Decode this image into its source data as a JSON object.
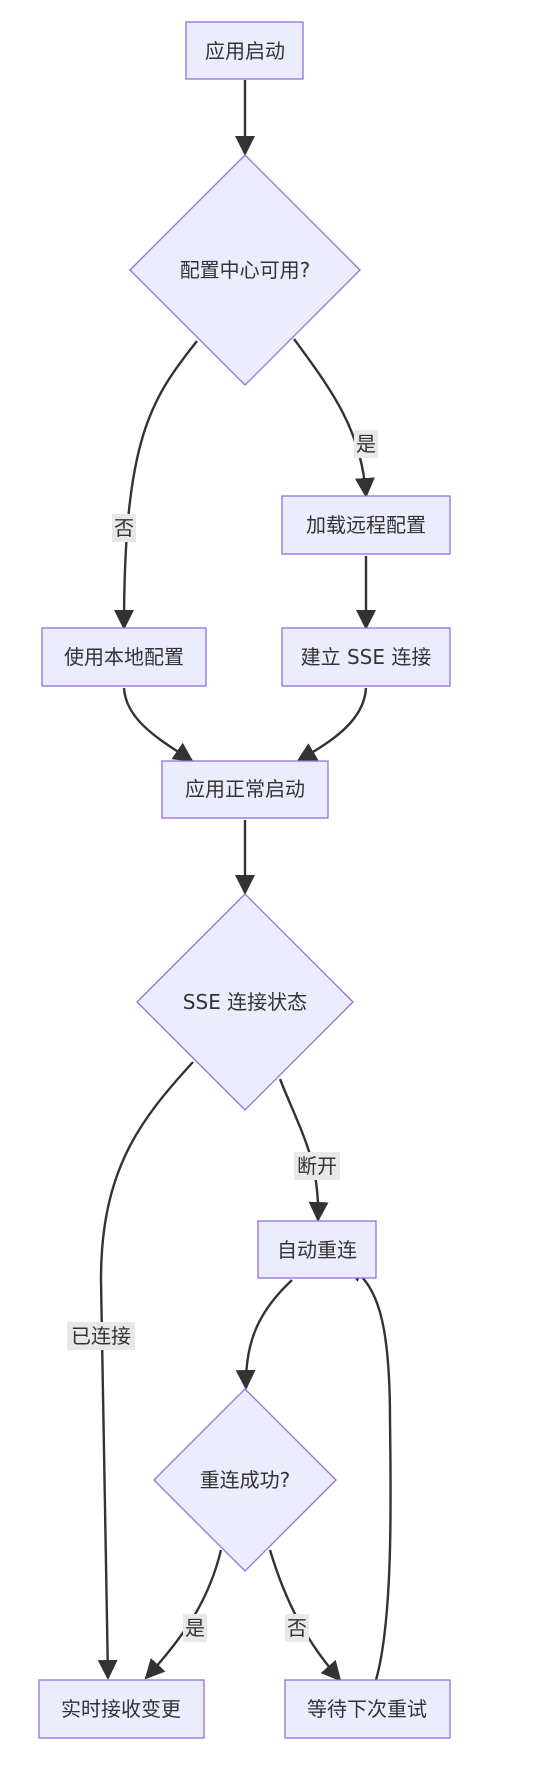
{
  "nodes": {
    "app_start": "应用启动",
    "config_center_available": "配置中心可用?",
    "load_remote_config": "加载远程配置",
    "use_local_config": "使用本地配置",
    "establish_sse": "建立 SSE 连接",
    "app_normal_start": "应用正常启动",
    "sse_status": "SSE 连接状态",
    "auto_reconnect": "自动重连",
    "reconnect_success": "重连成功?",
    "realtime_receive": "实时接收变更",
    "wait_retry": "等待下次重试"
  },
  "edges": {
    "yes_1": "是",
    "no_1": "否",
    "disconnected": "断开",
    "connected": "已连接",
    "yes_2": "是",
    "no_2": "否"
  },
  "colors": {
    "node_fill": "#ececff",
    "node_stroke": "#9370db",
    "edge": "#333333",
    "label_bg": "#e8e8e8"
  }
}
